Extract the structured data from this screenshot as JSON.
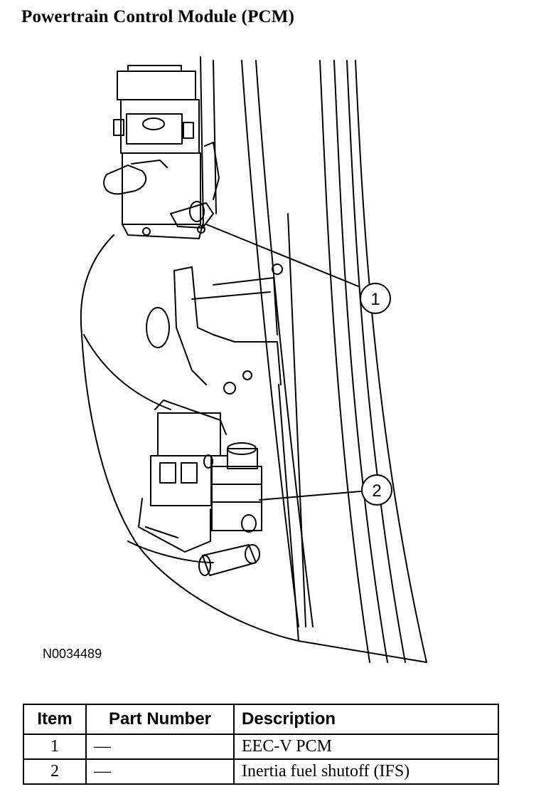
{
  "title": "Powertrain Control Module (PCM)",
  "figure": {
    "id": "N0034489",
    "callouts": [
      "1",
      "2"
    ]
  },
  "table": {
    "headers": [
      "Item",
      "Part Number",
      "Description"
    ],
    "rows": [
      [
        "1",
        "—",
        "EEC-V PCM"
      ],
      [
        "2",
        "—",
        "Inertia fuel shutoff (IFS)"
      ]
    ]
  }
}
